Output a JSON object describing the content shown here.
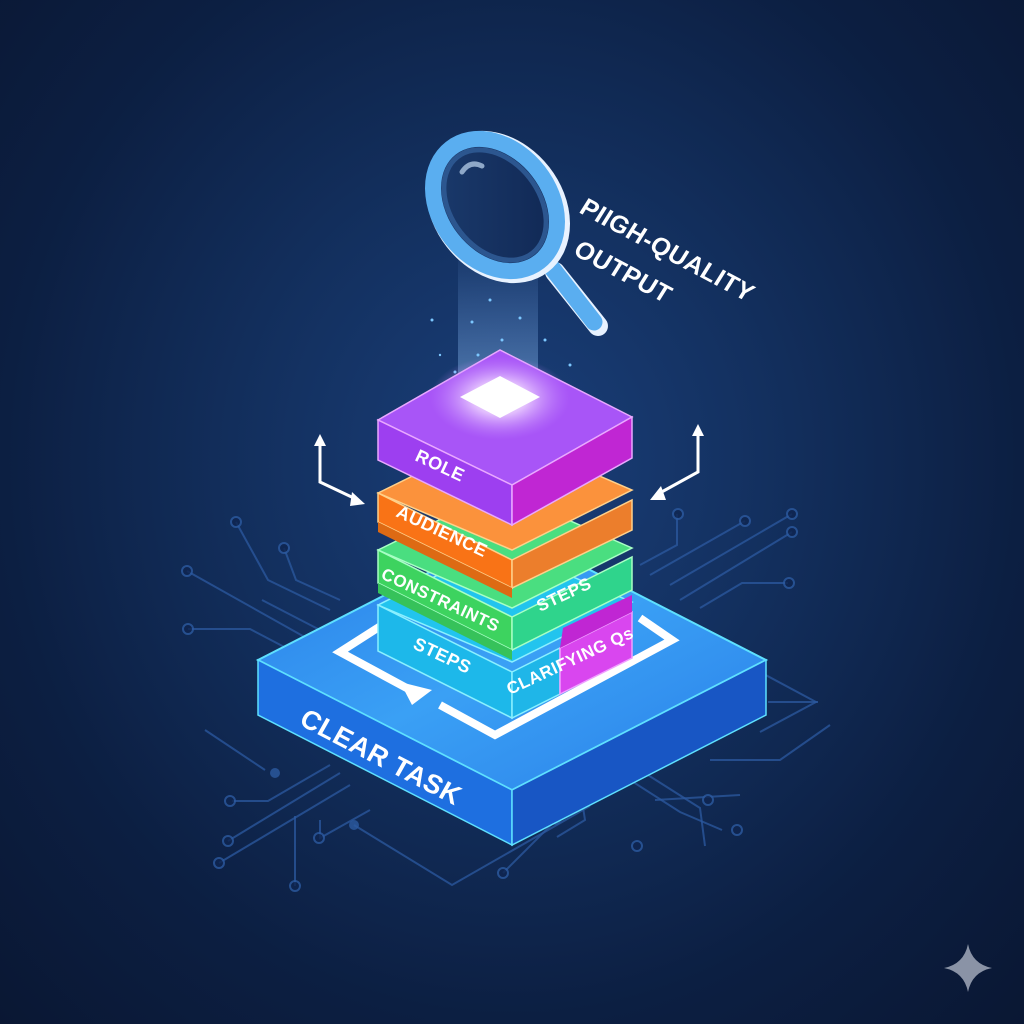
{
  "title_text": {
    "line1": "PIIGH-QUALITY",
    "line2": "OUTPUT"
  },
  "layers": [
    {
      "id": "role",
      "label": "ROLE",
      "color_top": "#a855f7",
      "color_left": "#9b3ff0",
      "color_right": "#c026d3"
    },
    {
      "id": "audience",
      "label": "AUDIENCE",
      "color_top": "#fb923c",
      "color_left": "#f97316",
      "color_right": "#ea7a2a"
    },
    {
      "id": "constraints",
      "label": "CONSTRAINTS",
      "right_label": "STEPS",
      "color_top": "#4ade80",
      "color_left": "#3dd35f",
      "color_right": "#34d399"
    },
    {
      "id": "steps",
      "label": "STEPS",
      "right_label": "CLARIFYING Qs",
      "color_top": "#22d3ee",
      "color_left": "#1ec0ea",
      "color_right": "#1fb6e8",
      "accent": "#d946ef"
    }
  ],
  "base": {
    "label": "CLEAR TASK",
    "color_top": "#2f8ef0",
    "color_left": "#1e6fe0",
    "color_right": "#1d5fcf",
    "edge": "#5ee0ff"
  },
  "icons": {
    "magnifier": "magnifying-glass-icon",
    "left_axis_arrow": "axis-arrows-left-icon",
    "right_axis_arrow": "axis-arrows-right-icon",
    "cycle_arrow": "cycle-arrow-icon",
    "sparkle": "sparkle-icon"
  },
  "colors": {
    "background": "#0f2550",
    "magnifier": "#5aaef0",
    "circuit": "#2c5aa0",
    "sparkle": "#8a93a6"
  }
}
